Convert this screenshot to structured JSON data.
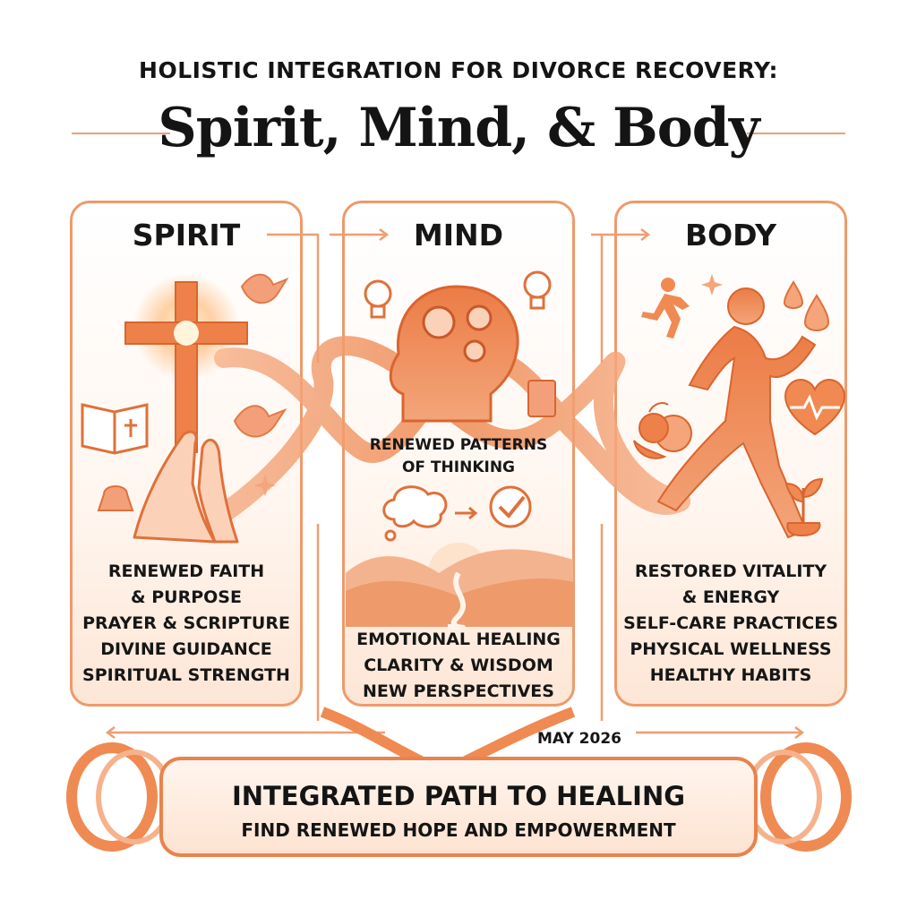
{
  "header": {
    "subtitle": "HOLISTIC INTEGRATION FOR DIVORCE RECOVERY:",
    "title": "Spirit, Mind, & Body"
  },
  "panels": {
    "spirit": {
      "title": "SPIRIT",
      "lines": [
        "RENEWED FAITH",
        "& PURPOSE",
        "PRAYER & SCRIPTURE",
        "DIVINE GUIDANCE",
        "SPIRITUAL STRENGTH"
      ]
    },
    "mind": {
      "title": "MIND",
      "lead": [
        "RENEWED PATTERNS",
        "OF THINKING"
      ],
      "lines": [
        "EMOTIONAL HEALING",
        "CLARITY & WISDOM",
        "NEW PERSPECTIVES"
      ]
    },
    "body": {
      "title": "BODY",
      "lines": [
        "RESTORED VITALITY",
        "& ENERGY",
        "SELF-CARE PRACTICES",
        "PHYSICAL WELLNESS",
        "HEALTHY HABITS"
      ]
    }
  },
  "date": "MAY 2026",
  "banner": {
    "title": "INTEGRATED PATH TO HEALING",
    "subtitle": "FIND RENEWED HOPE AND EMPOWERMENT"
  },
  "colors": {
    "accent": "#ee8a52",
    "accent_dark": "#e0703a",
    "accent_light": "#fbd8c1",
    "text": "#161616"
  },
  "icons": [
    "cross-icon",
    "dove-icon",
    "bible-icon",
    "praying-hands-icon",
    "bell-icon",
    "sparkle-icon",
    "head-gears-icon",
    "lightbulb-icon",
    "book-icon",
    "thought-cloud-icon",
    "checkmark-icon",
    "landscape-icon",
    "runner-icon",
    "water-drop-icon",
    "heart-pulse-icon",
    "fruit-bowl-icon",
    "sprout-icon",
    "infinity-ribbon-icon"
  ]
}
